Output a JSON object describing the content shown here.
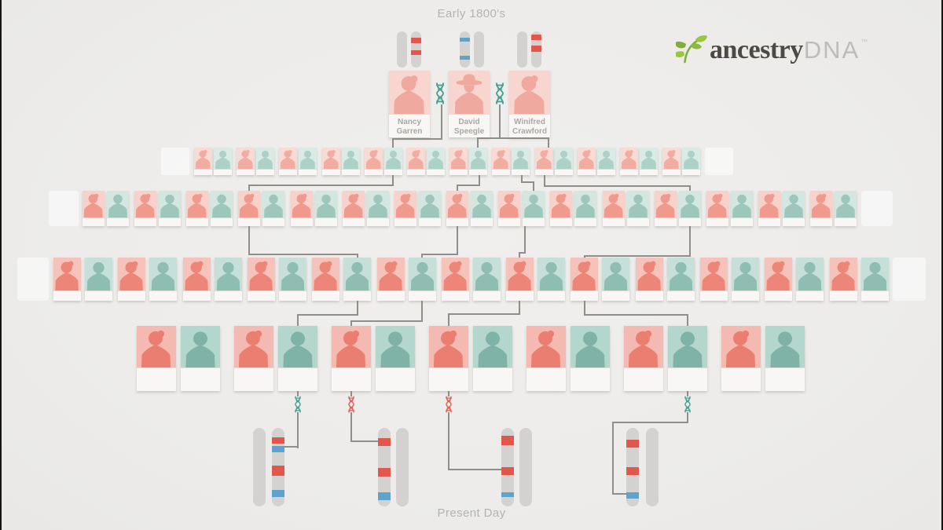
{
  "era": {
    "top": "Early 1800's",
    "bottom": "Present Day"
  },
  "logo": {
    "brand": "ancestry",
    "product": "DNA",
    "tm": "™",
    "leaf_icon": "leaf-icon",
    "leaf_green_light": "#9cc544",
    "leaf_green_dark": "#7fae3a",
    "brand_color": "#4d4a45",
    "product_color": "#bebcb8"
  },
  "ancestors": [
    {
      "first": "Nancy",
      "last": "Garren",
      "gender": "female"
    },
    {
      "first": "David",
      "last": "Speegle",
      "gender": "male-hat"
    },
    {
      "first": "Winifred",
      "last": "Crawford",
      "gender": "female"
    }
  ],
  "generations": [
    {
      "label": "generation-2",
      "pairs": 12,
      "pair_pattern": [
        "female",
        "male"
      ]
    },
    {
      "label": "generation-3",
      "pairs": 15,
      "pair_pattern": [
        "female",
        "male"
      ]
    },
    {
      "label": "generation-4",
      "pairs": 13,
      "pair_pattern": [
        "female",
        "male"
      ]
    },
    {
      "label": "generation-5",
      "pairs": 7,
      "pair_pattern": [
        "female",
        "male"
      ]
    }
  ],
  "dna_markers": {
    "top": [
      "teal",
      "teal"
    ],
    "bottom": [
      "teal",
      "red",
      "red",
      "teal"
    ]
  },
  "chromosomes": {
    "top": [
      {
        "pair": [
          "plain",
          "banded"
        ],
        "bands": [
          {
            "color": "red",
            "from": 0.17,
            "to": 0.33
          },
          {
            "color": "red",
            "from": 0.52,
            "to": 0.65
          }
        ]
      },
      {
        "pair": [
          "banded",
          "plain"
        ],
        "bands": [
          {
            "color": "blue",
            "from": 0.17,
            "to": 0.28
          },
          {
            "color": "blue",
            "from": 0.67,
            "to": 0.78
          }
        ]
      },
      {
        "pair": [
          "plain",
          "banded"
        ],
        "bands": [
          {
            "color": "red",
            "from": 0.09,
            "to": 0.24
          },
          {
            "color": "red",
            "from": 0.39,
            "to": 0.57
          }
        ]
      }
    ],
    "bottom": [
      {
        "pair": [
          "plain",
          "banded"
        ],
        "bands": [
          {
            "color": "red",
            "from": 0.12,
            "to": 0.2
          },
          {
            "color": "blue",
            "from": 0.23,
            "to": 0.31
          },
          {
            "color": "red",
            "from": 0.48,
            "to": 0.61
          },
          {
            "color": "blue",
            "from": 0.79,
            "to": 0.88
          }
        ]
      },
      {
        "pair": [
          "banded",
          "plain"
        ],
        "bands": [
          {
            "color": "red",
            "from": 0.13,
            "to": 0.23
          },
          {
            "color": "red",
            "from": 0.51,
            "to": 0.62
          },
          {
            "color": "blue",
            "from": 0.82,
            "to": 0.92
          }
        ]
      },
      {
        "pair": [
          "banded",
          "plain"
        ],
        "bands": [
          {
            "color": "red",
            "from": 0.1,
            "to": 0.22
          },
          {
            "color": "red",
            "from": 0.5,
            "to": 0.6
          },
          {
            "color": "blue",
            "from": 0.82,
            "to": 0.88
          }
        ]
      },
      {
        "pair": [
          "banded",
          "plain"
        ],
        "bands": [
          {
            "color": "red",
            "from": 0.15,
            "to": 0.25
          },
          {
            "color": "red",
            "from": 0.5,
            "to": 0.6
          },
          {
            "color": "blue",
            "from": 0.82,
            "to": 0.9
          }
        ]
      }
    ]
  },
  "colors": {
    "background": "#eeedec",
    "connector": "#8f8e8b",
    "chromosome_gray": "#d3d2d0",
    "band_red": "#e2574c",
    "band_blue": "#5da3cc",
    "dna_teal": "#4aa193",
    "dna_red": "#e15f55",
    "label_strip": "#f8f7f5",
    "name_text": "#aba8a3",
    "era_text": "#b6b3af"
  },
  "palette_rows": [
    {
      "row": "ancestors",
      "pink_bg": "#f8d5cf",
      "pink_sil": "#f0a99f",
      "teal_bg": "#d6e8e2",
      "teal_sil": "#a3c9be"
    },
    {
      "row": "generation-2",
      "pink_bg": "#f9dbd5",
      "pink_sil": "#f2ada2",
      "teal_bg": "#daebe6",
      "teal_sil": "#aed1c7"
    },
    {
      "row": "generation-3",
      "pink_bg": "#f8d1ca",
      "pink_sil": "#f09a8d",
      "teal_bg": "#d3e6e0",
      "teal_sil": "#9ec7bc"
    },
    {
      "row": "generation-4",
      "pink_bg": "#f6c3bb",
      "pink_sil": "#ed8679",
      "teal_bg": "#c6e0d9",
      "teal_sil": "#8ebdb1"
    },
    {
      "row": "generation-5",
      "pink_bg": "#f4bab1",
      "pink_sil": "#ea7e70",
      "teal_bg": "#b3d6cd",
      "teal_sil": "#80b3a7"
    }
  ]
}
